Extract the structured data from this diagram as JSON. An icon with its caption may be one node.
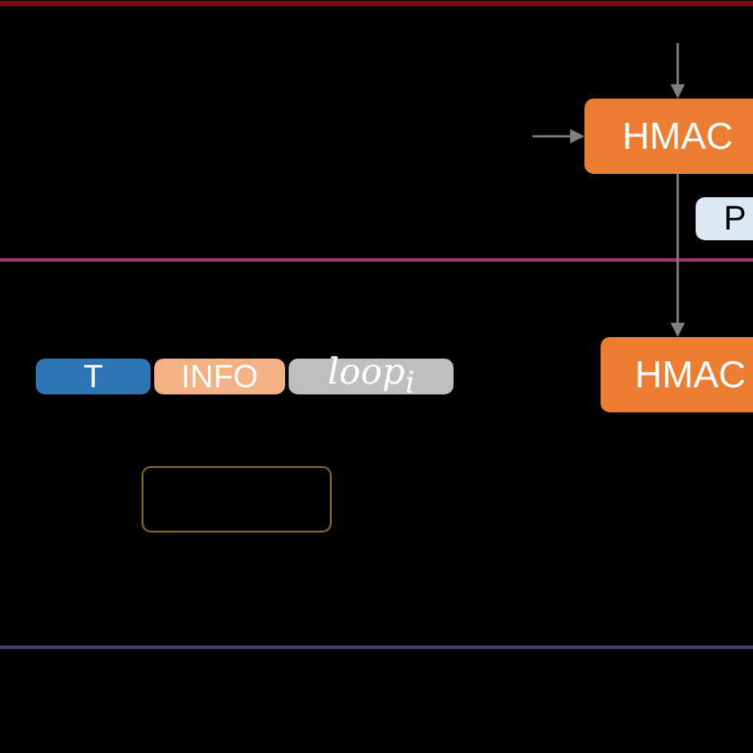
{
  "diagram": {
    "nodes": [
      {
        "text": [
          "HMAC"
        ]
      },
      {
        "text": [
          "P"
        ]
      },
      {
        "text": [
          "T"
        ]
      },
      {
        "text": [
          "INFO"
        ]
      },
      {
        "text": [
          "loop$_{i}$"
        ]
      },
      {
        "text": [
          "HMAC"
        ]
      },
      {
        "text": [],
        "shape": "box"
      }
    ],
    "edges": [
      {
        "from": null,
        "to": 0,
        "arrow": "to"
      },
      {
        "from": null,
        "to": 0,
        "arrow": "to"
      },
      {
        "from": 0,
        "to": 5,
        "arrow": "to"
      }
    ]
  }
}
